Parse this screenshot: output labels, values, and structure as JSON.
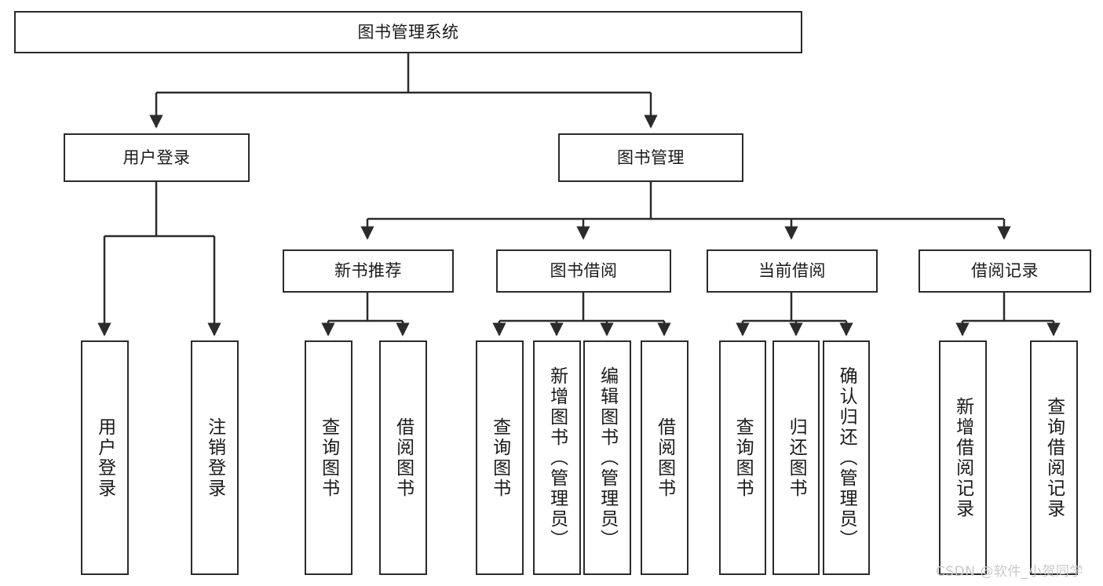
{
  "diagram": {
    "title": "图书管理系统",
    "type": "tree-hierarchy-diagram",
    "colors": {
      "stroke": "#2b2b2b",
      "fill": "#ffffff",
      "text": "#1a1a1a",
      "watermark": "#c9c9c9",
      "background": "#ffffff"
    },
    "root": {
      "label": "图书管理系统"
    },
    "level2": [
      {
        "label": "用户登录"
      },
      {
        "label": "图书管理"
      }
    ],
    "level3": [
      {
        "label": "新书推荐"
      },
      {
        "label": "图书借阅"
      },
      {
        "label": "当前借阅"
      },
      {
        "label": "借阅记录"
      }
    ],
    "leaves": {
      "user_login": [
        {
          "label": "用户登录"
        },
        {
          "label": "注销登录"
        }
      ],
      "new_book_recommend": [
        {
          "label": "查询图书"
        },
        {
          "label": "借阅图书"
        }
      ],
      "book_borrow": [
        {
          "label": "查询图书"
        },
        {
          "label": "新增图书（管理员）"
        },
        {
          "label": "编辑图书（管理员）"
        },
        {
          "label": "借阅图书"
        }
      ],
      "current_borrow": [
        {
          "label": "查询图书"
        },
        {
          "label": "归还图书"
        },
        {
          "label": "确认归还（管理员）"
        }
      ],
      "borrow_record": [
        {
          "label": "新增借阅记录"
        },
        {
          "label": "查询借阅记录"
        }
      ]
    }
  },
  "watermark": {
    "text": "CSDN @软件_小贺同学"
  }
}
